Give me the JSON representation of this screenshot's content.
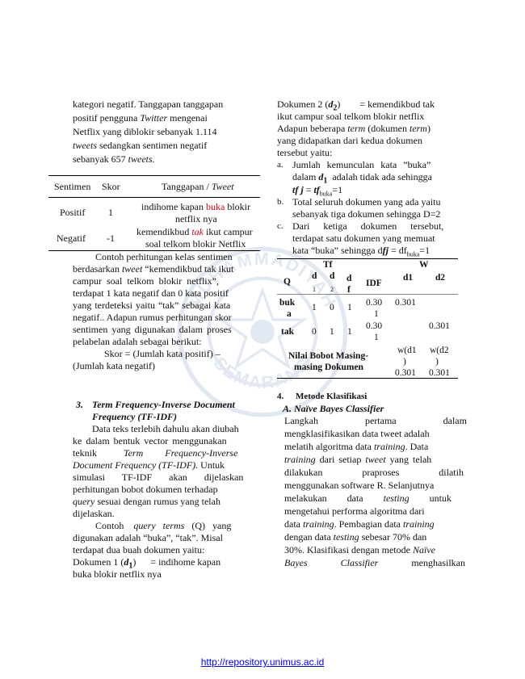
{
  "left_col": {
    "intro_lines": [
      "kategori negatif. Tanggapan tanggapan",
      "positif pengguna Twitter mengenai",
      "Netflix yang diblokir sebanyak 1.114",
      "tweets sedangkan sentimen negatif",
      "sebanyak 657 tweets."
    ],
    "table1": {
      "headers": [
        "Sentimen",
        "Skor",
        "Tanggapan / Tweet"
      ],
      "rows": [
        {
          "sentimen": "Positif",
          "skor": "1",
          "line1_a": "indihome kapan ",
          "line1_red": "buka",
          "line1_b": " blokir",
          "line2": "netflix nya"
        },
        {
          "sentimen": "Negatif",
          "skor": "-1",
          "line1_a": "kemendikbud ",
          "line1_red": "tak",
          "line1_b": " ikut campur",
          "line2": "soal telkom blokir Netflix"
        }
      ]
    },
    "para1_lines": [
      "Contoh perhitungan kelas sentimen",
      "berdasarkan tweet “kemendikbud tak ikut",
      "campur soal telkom blokir netflix”,",
      "terdapat 1 kata negatif dan 0 kata positif",
      "yang terdeteksi yaitu “tak” sebagai kata",
      "negatif.. Adapun rumus perhitungan skor",
      "sentimen yang digunakan dalam proses",
      "pelabelan adalah sebagai berikut:",
      "Skor = (Jumlah kata positif) –",
      "(Jumlah kata negatif)"
    ],
    "section3_num": "3.",
    "section3_title_1": "Term Frequency-Inverse Document",
    "section3_title_2": "Frequency (TF-IDF)",
    "para2_lines": [
      "Data teks terlebih dahulu akan diubah",
      "ke dalam bentuk vector menggunakan",
      "teknik Term Frequency-Inverse",
      "Document Frequency (TF-IDF). Untuk",
      "simulasi TF-IDF akan dijelaskan",
      "perhitungan bobot dokumen terhadap",
      "query sesuai dengan rumus yang telah",
      "dijelaskan."
    ],
    "para3_lines": [
      "Contoh query terms (Q) yang",
      "digunakan adalah “buka”, “tak”. Misal",
      "terdapat dua buah dokumen yaitu:"
    ],
    "doc1_label": "Dokumen 1 (",
    "doc1_sym": "d",
    "doc1_sub": "1",
    "doc1_text": ")      = indihome kapan",
    "doc1_text2": "buka blokir netflix nya"
  },
  "right_col": {
    "doc2_label": "Dokumen 2 (",
    "doc2_sym": "d",
    "doc2_sub": "2",
    "doc2_text": ")        = kemendikbud tak",
    "doc2_text2": "ikut campur soal telkom blokir netflix",
    "intro2_lines": [
      "Adapun beberapa term (dokumen term)",
      "yang didapatkan dari kedua dokumen",
      "tersebut yaitu:"
    ],
    "list": [
      {
        "marker": "a.",
        "lines": [
          "Jumlah kemunculan kata ”buka”",
          "dalam d1 adalah tidak ada sehingga",
          "tf j = tfbuka=1"
        ]
      },
      {
        "marker": "b.",
        "lines": [
          "Total seluruh dokumen yang ada yaitu",
          "sebanyak tiga dokumen sehingga D=2"
        ]
      },
      {
        "marker": "c.",
        "lines": [
          "Dari ketiga dokumen tersebut,",
          "terdapat satu dokumen yang memuat",
          "kata “buka” sehingga dfj = dfbuka=1"
        ]
      }
    ],
    "table2": {
      "h_tf": "Tf",
      "h_w": "W",
      "h_q": "Q",
      "h_d1": "d",
      "h_d1_sub": "1",
      "h_d2": "d",
      "h_d2_sub": "2",
      "h_df": "d",
      "h_df2": "f",
      "h_idf": "IDF",
      "h_wd1": "d1",
      "h_wd2": "d2",
      "row1_q1": "buk",
      "row1_q2": "a",
      "row1_d1": "1",
      "row1_d2": "0",
      "row1_df": "1",
      "row1_idf1": "0.30",
      "row1_idf2": "1",
      "row1_w1": "0.301",
      "row2_q": "tak",
      "row2_d1": "0",
      "row2_d2": "1",
      "row2_df": "1",
      "row2_idf1": "0.30",
      "row2_idf2": "1",
      "row2_w2": "0.301",
      "footer_label_1": "Nilai Bobot Masing-",
      "footer_label_2": "masing Dokumen",
      "footer_w1a": "w(d",
      "footer_w1b": "1",
      "footer_w1c": ")",
      "footer_w2a": "w(d",
      "footer_w2b": "2",
      "footer_w2c": ")",
      "footer_v1": "0.301",
      "footer_v2": "0.301"
    },
    "section4_num": "4.",
    "section4_title": "Metode Klasifikasi",
    "subsec_a": "A. Naïve Bayes Classifier",
    "para4_lines": [
      "Langkah pertama dalam",
      "mengklasifikasikan data tweet adalah",
      "melatih algoritma data training. Data",
      "training dari setiap tweet yang telah",
      "dilakukan praproses dilatih",
      "menggunakan software R. Selanjutnya",
      "melakukan data testing untuk",
      "mengetahui performa algoritma dari",
      "data training. Pembagian data training",
      "dengan data testing sebesar 70% dan",
      "30%. Klasifikasi dengan metode Naïve",
      "Bayes Classifier menghasilkan"
    ]
  },
  "footer": {
    "url": "http://repository.unimus.ac.id"
  },
  "watermark": {
    "top_text": "MUHAMMADIYAH",
    "bottom_text": "SEMARANG",
    "color": "#7a9cc4"
  }
}
